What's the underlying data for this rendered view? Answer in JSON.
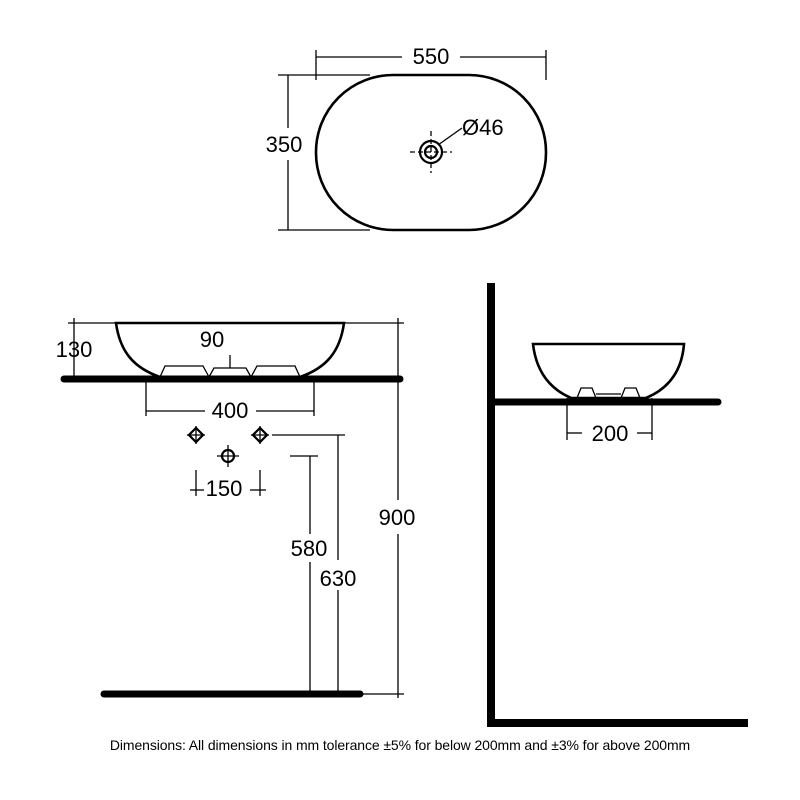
{
  "plan_view": {
    "width_label": "550",
    "depth_label": "350",
    "waste_diameter_label": "Ø46"
  },
  "front_view": {
    "height_label": "130",
    "waste_depth_label": "90",
    "fixing_span_label": "400",
    "fixing_pitch_label": "150",
    "waste_height_label": "580",
    "fixing_height_label": "630",
    "counter_height_label": "900"
  },
  "side_view": {
    "fixing_span_label": "200"
  },
  "footer": {
    "note": "Dimensions: All dimensions in mm tolerance ±5% for below 200mm and ±3% for above 200mm"
  }
}
